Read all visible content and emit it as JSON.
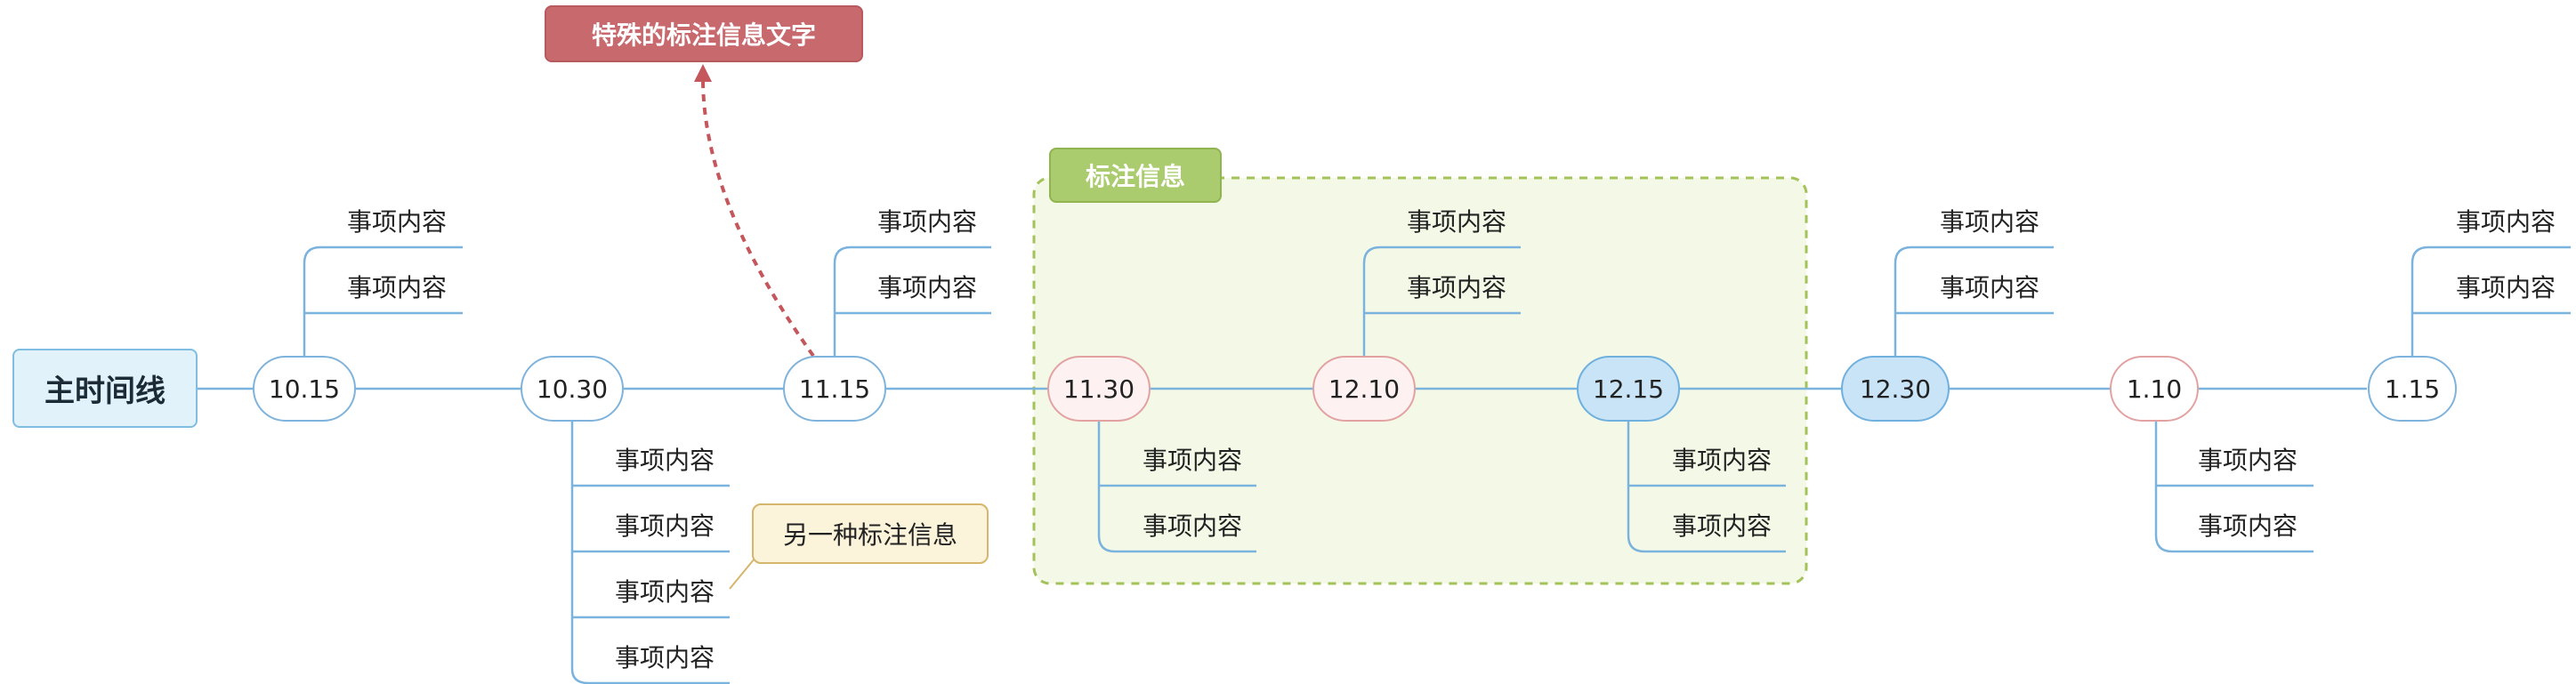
{
  "diagram": {
    "main_topic": "主时间线",
    "dates": [
      "10.15",
      "10.30",
      "11.15",
      "11.30",
      "12.10",
      "12.15",
      "12.30",
      "1.10",
      "1.15"
    ],
    "item_label": "事项内容",
    "callouts": {
      "special": "特殊的标注信息文字",
      "group": "标注信息",
      "other": "另一种标注信息"
    },
    "colors": {
      "line": "#7ab3dd",
      "group_fill": "#f4f8e6",
      "group_border": "#a4c25a",
      "arrow": "#c4565c"
    }
  }
}
